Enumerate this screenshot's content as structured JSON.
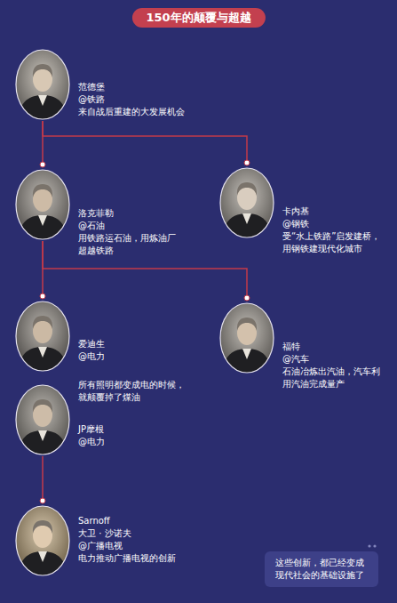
{
  "diagram": {
    "title": "150年的颠覆与超越",
    "nodes": [
      {
        "text": [
          "范德堡",
          "@铁路",
          "来自战后重建的大发展机会"
        ]
      },
      {
        "text": [
          "洛克菲勒",
          "@石油",
          "用铁路运石油，用炼油厂超越铁路"
        ]
      },
      {
        "text": [
          "卡内基",
          "@钢铁",
          "受“水上铁路”启发建桥，用钢铁建现代化城市"
        ]
      },
      {
        "text": [
          "爱迪生",
          "@电力",
          "所有照明都变成电的时候，就颠覆掉了煤油"
        ]
      },
      {
        "text": [
          "福特",
          "@汽车",
          "石油冶炼出汽油，汽车利用汽油完成量产"
        ]
      },
      {
        "text": [
          "JP摩根",
          "@电力"
        ]
      },
      {
        "text": [
          "Sarnoff",
          "大卫 · 沙诺夫",
          "@广播电视",
          "电力推动广播电视的创新"
        ]
      },
      {
        "text": [
          "这些创新，都已经变成现代社会的基础设施了"
        ]
      }
    ],
    "edges": [
      {
        "from": 0,
        "to": 1,
        "arrow": "none"
      },
      {
        "from": 0,
        "to": 2,
        "arrow": "none"
      },
      {
        "from": 1,
        "to": 3,
        "arrow": "none"
      },
      {
        "from": 1,
        "to": 4,
        "arrow": "none"
      },
      {
        "from": 5,
        "to": 6,
        "arrow": "none"
      }
    ]
  }
}
